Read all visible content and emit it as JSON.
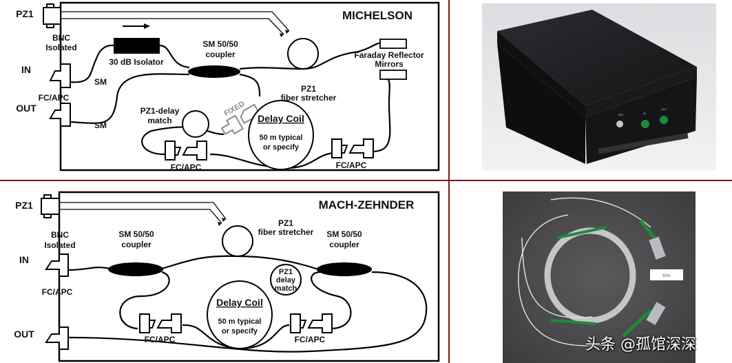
{
  "colors": {
    "divider": "#7a1a1a",
    "fiber": "#000000",
    "fixed_connector": "#8a8a8a",
    "photo_green": "#1f8a3a"
  },
  "michelson": {
    "title": "MICHELSON",
    "pz1": "PZ1",
    "bnc": [
      "BNC",
      "Isolated"
    ],
    "in": "IN",
    "out": "OUT",
    "sm_in": "SM",
    "sm_out": "SM",
    "fc_apc_port": "FC/APC",
    "isolator": "30 dB Isolator",
    "coupler": [
      "SM 50/50",
      "coupler"
    ],
    "stretcher": [
      "PZ1",
      "fiber stretcher"
    ],
    "mirrors": [
      "Faraday Reflector",
      "Mirrors"
    ],
    "delay_match": [
      "PZ1-delay",
      "match"
    ],
    "fixed": "FIXED",
    "delay_coil": {
      "title": "Delay Coil",
      "line1": "50 m typical",
      "line2": "or specify"
    },
    "fc_apc_left": "FC/APC",
    "fc_apc_right": "FC/APC"
  },
  "mach_zehnder": {
    "title": "MACH-ZEHNDER",
    "pz1": "PZ1",
    "bnc": [
      "BNC",
      "Isolated"
    ],
    "in": "IN",
    "out": "OUT",
    "fc_apc_port": "FC/APC",
    "coupler_left": [
      "SM 50/50",
      "coupler"
    ],
    "coupler_right": [
      "SM 50/50",
      "coupler"
    ],
    "stretcher": [
      "PZ1",
      "fiber stretcher"
    ],
    "delay_match": [
      "PZ1",
      "delay",
      "match"
    ],
    "delay_coil": {
      "title": "Delay Coil",
      "line1": "50 m typical",
      "line2": "or specify"
    },
    "fc_apc_left": "FC/APC",
    "fc_apc_right": "FC/APC"
  },
  "photos": {
    "enclosure_panel": [
      "RET",
      "IN",
      "OUT"
    ],
    "coil_label": "50m"
  },
  "watermark": "头条 @孤馆深深"
}
